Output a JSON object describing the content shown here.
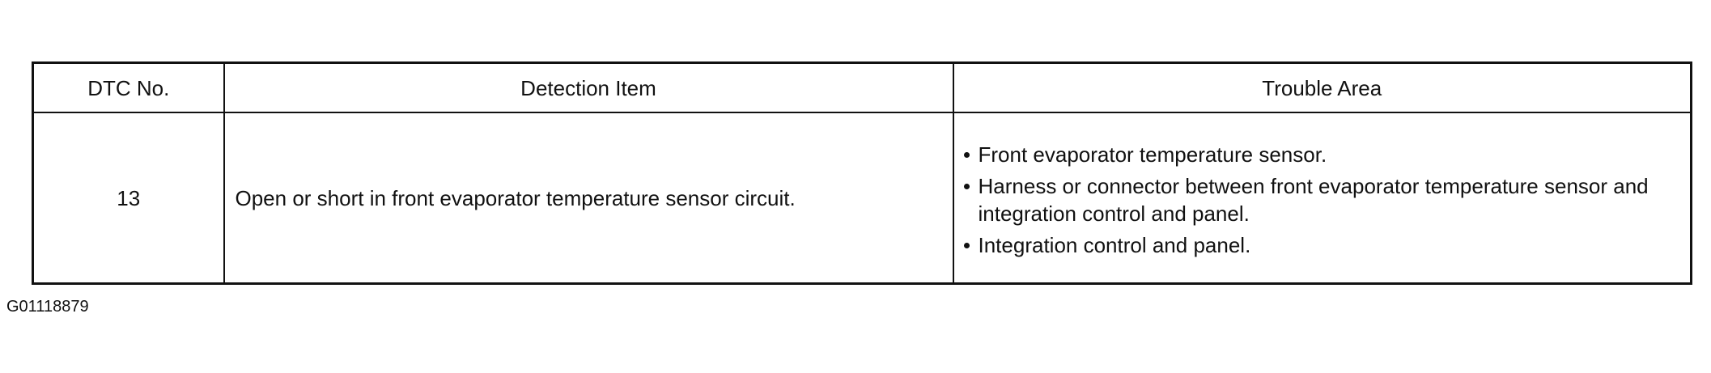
{
  "table": {
    "headers": {
      "dtc_no": "DTC No.",
      "detection_item": "Detection Item",
      "trouble_area": "Trouble Area"
    },
    "rows": [
      {
        "dtc_no": "13",
        "detection_item": "Open or short in front evaporator temperature sensor circuit.",
        "trouble_area": [
          "Front evaporator temperature sensor.",
          "Harness or connector between front evaporator temperature sensor and integration control and panel.",
          "Integration control and panel."
        ]
      }
    ]
  },
  "footer": {
    "code": "G01118879"
  }
}
